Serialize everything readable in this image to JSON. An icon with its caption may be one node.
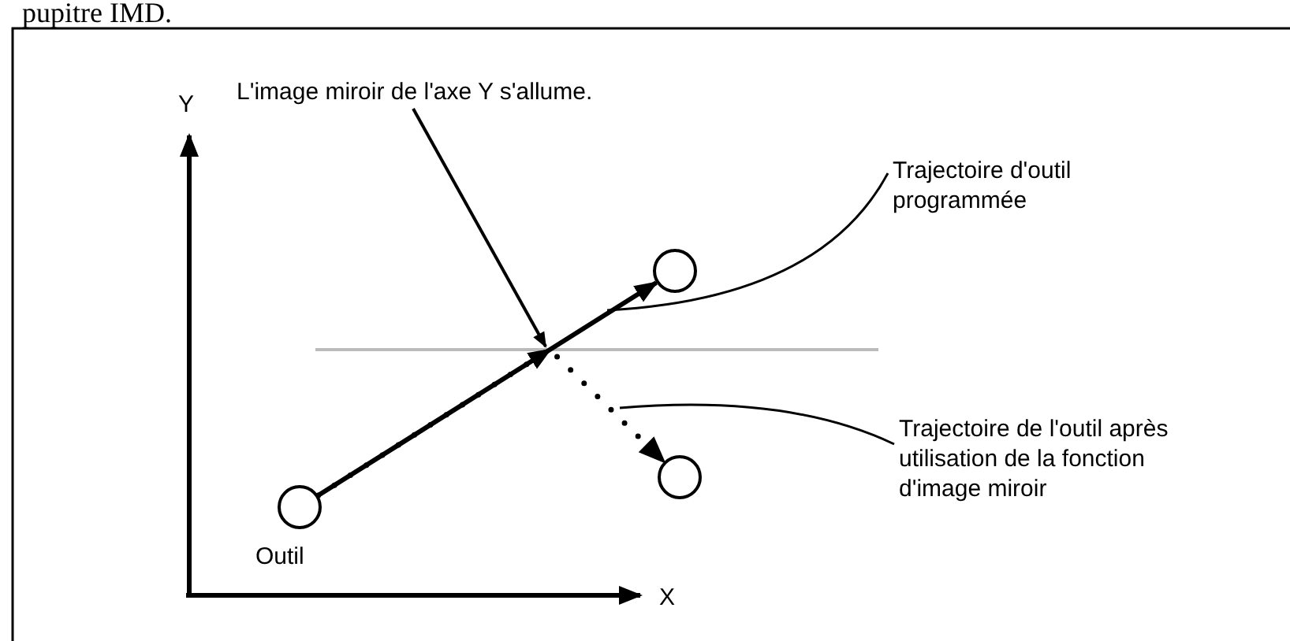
{
  "diagram": {
    "nodes": [
      {
        "text": [
          "L'image miroir de l'axe Y s'allume."
        ]
      },
      {
        "text": [],
        "shape": "circle"
      },
      {
        "text": [
          "Trajectoire d'outil programmée"
        ]
      },
      {
        "text": [
          "Trajectoire de l'outil après utilisation de la fonction d'image miroir"
        ]
      },
      {
        "text": [],
        "shape": "circle"
      },
      {
        "text": [],
        "shape": "circle",
        "beside": [
          "Outil"
        ]
      }
    ],
    "edges": [
      {
        "from": 5,
        "to": 1,
        "arrow": "to"
      },
      {
        "from": 5,
        "to": 4,
        "arrow": "to",
        "style": "dashed"
      },
      {
        "from": 0,
        "to": null,
        "arrow": "to"
      },
      {
        "from": 2,
        "to": null,
        "arrow": "none"
      },
      {
        "from": 3,
        "to": null,
        "arrow": "none"
      }
    ],
    "labels": [
      "pupitre IMD.",
      "Y",
      "X"
    ]
  }
}
